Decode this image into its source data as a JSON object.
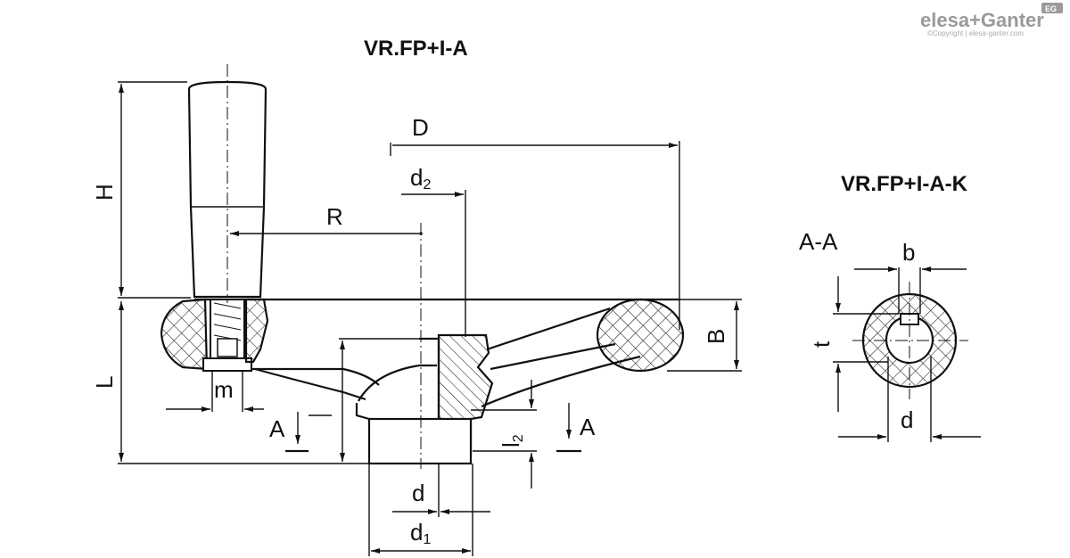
{
  "titles": {
    "main": "VR.FP+I-A",
    "variant": "VR.FP+I-A-K",
    "section": "A-A"
  },
  "brand": {
    "logo_text": "elesa+Ganter",
    "badge": "EG",
    "copyright": "©Copyright | elesa-ganter.com"
  },
  "dimensions": {
    "H": "H",
    "D": "D",
    "d2_base": "d",
    "d2_sub": "2",
    "R": "R",
    "B": "B",
    "L": "L",
    "m": "m",
    "A_left": "A",
    "A_right": "A",
    "l2_base": "l",
    "l2_sub": "2",
    "d": "d",
    "d1_base": "d",
    "d1_sub": "1",
    "b": "b",
    "t": "t",
    "d_section": "d"
  },
  "colors": {
    "line": "#111111",
    "brand": "#9a9a9a"
  }
}
